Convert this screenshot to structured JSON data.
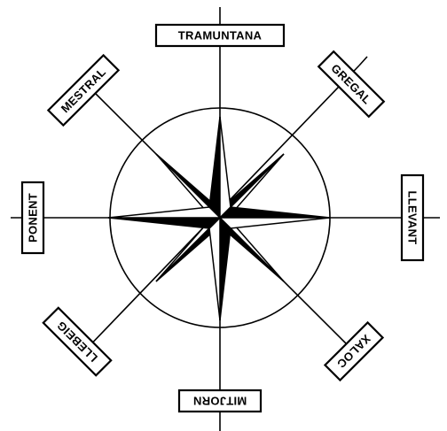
{
  "labels": {
    "n": "TRAMUNTANA",
    "ne": "GREGAL",
    "e": "LLEVANT",
    "se": "XALOC",
    "s": "MITJORN",
    "sw": "LLEBEIG",
    "w": "PONENT",
    "nw": "MESTRAL"
  },
  "colors": {
    "ink": "#000000",
    "paper": "#ffffff"
  }
}
